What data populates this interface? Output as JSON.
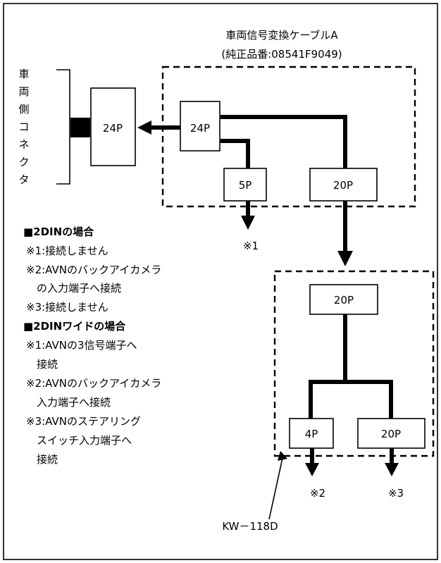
{
  "cable": {
    "title": "車両信号変換ケーブルA",
    "part_number": "(純正品番:08541F9049)"
  },
  "vehicle_connector": {
    "chars": [
      "車",
      "両",
      "側",
      "コ",
      "ネ",
      "ク",
      "タ"
    ]
  },
  "connectors": {
    "vehicle_24p": "24P",
    "cable_24p": "24P",
    "cable_5p": "5P",
    "cable_20p": "20P",
    "kw_20p_in": "20P",
    "kw_4p": "4P",
    "kw_20p_out": "20P"
  },
  "notes": {
    "n1": "※1",
    "n2": "※2",
    "n3": "※3"
  },
  "kw_label": "KW－118D",
  "legend": {
    "section1_title": "■2DINの場合",
    "section1_lines": [
      "※1:接続しません",
      "※2:AVNのバックアイカメラ",
      "　の入力端子へ接続",
      "※3:接続しません"
    ],
    "section2_title": "■2DINワイドの場合",
    "section2_lines": [
      "※1:AVNの3信号端子へ",
      "　接続",
      "※2:AVNのバックアイカメラ",
      "　入力端子へ接続",
      "※3:AVNのステアリング",
      "　スイッチ入力端子へ",
      "　接続"
    ]
  }
}
